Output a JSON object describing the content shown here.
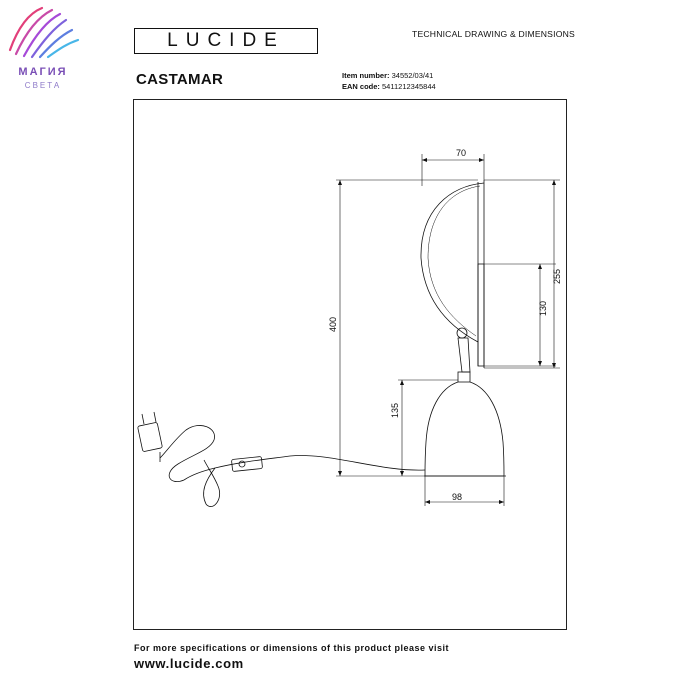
{
  "brand": {
    "name": "МАГИЯ",
    "subtitle": "СВЕТА",
    "logo_colors": [
      "#e23f7a",
      "#a64ad8",
      "#5d7ee0",
      "#48b6e8"
    ]
  },
  "header": {
    "logo_text": "LUCIDE",
    "doc_title": "TECHNICAL DRAWING & DIMENSIONS",
    "product_name": "CASTAMAR",
    "item_label": "Item number:",
    "item_number": "34552/03/41",
    "ean_label": "EAN code:",
    "ean_code": "5411212345844"
  },
  "dimensions": {
    "top_width": "70",
    "total_height": "400",
    "head_height": "255",
    "plate_height": "130",
    "base_height": "135",
    "base_width": "98"
  },
  "footer": {
    "note": "For more specifications or dimensions of this product please visit",
    "url": "www.lucide.com"
  }
}
